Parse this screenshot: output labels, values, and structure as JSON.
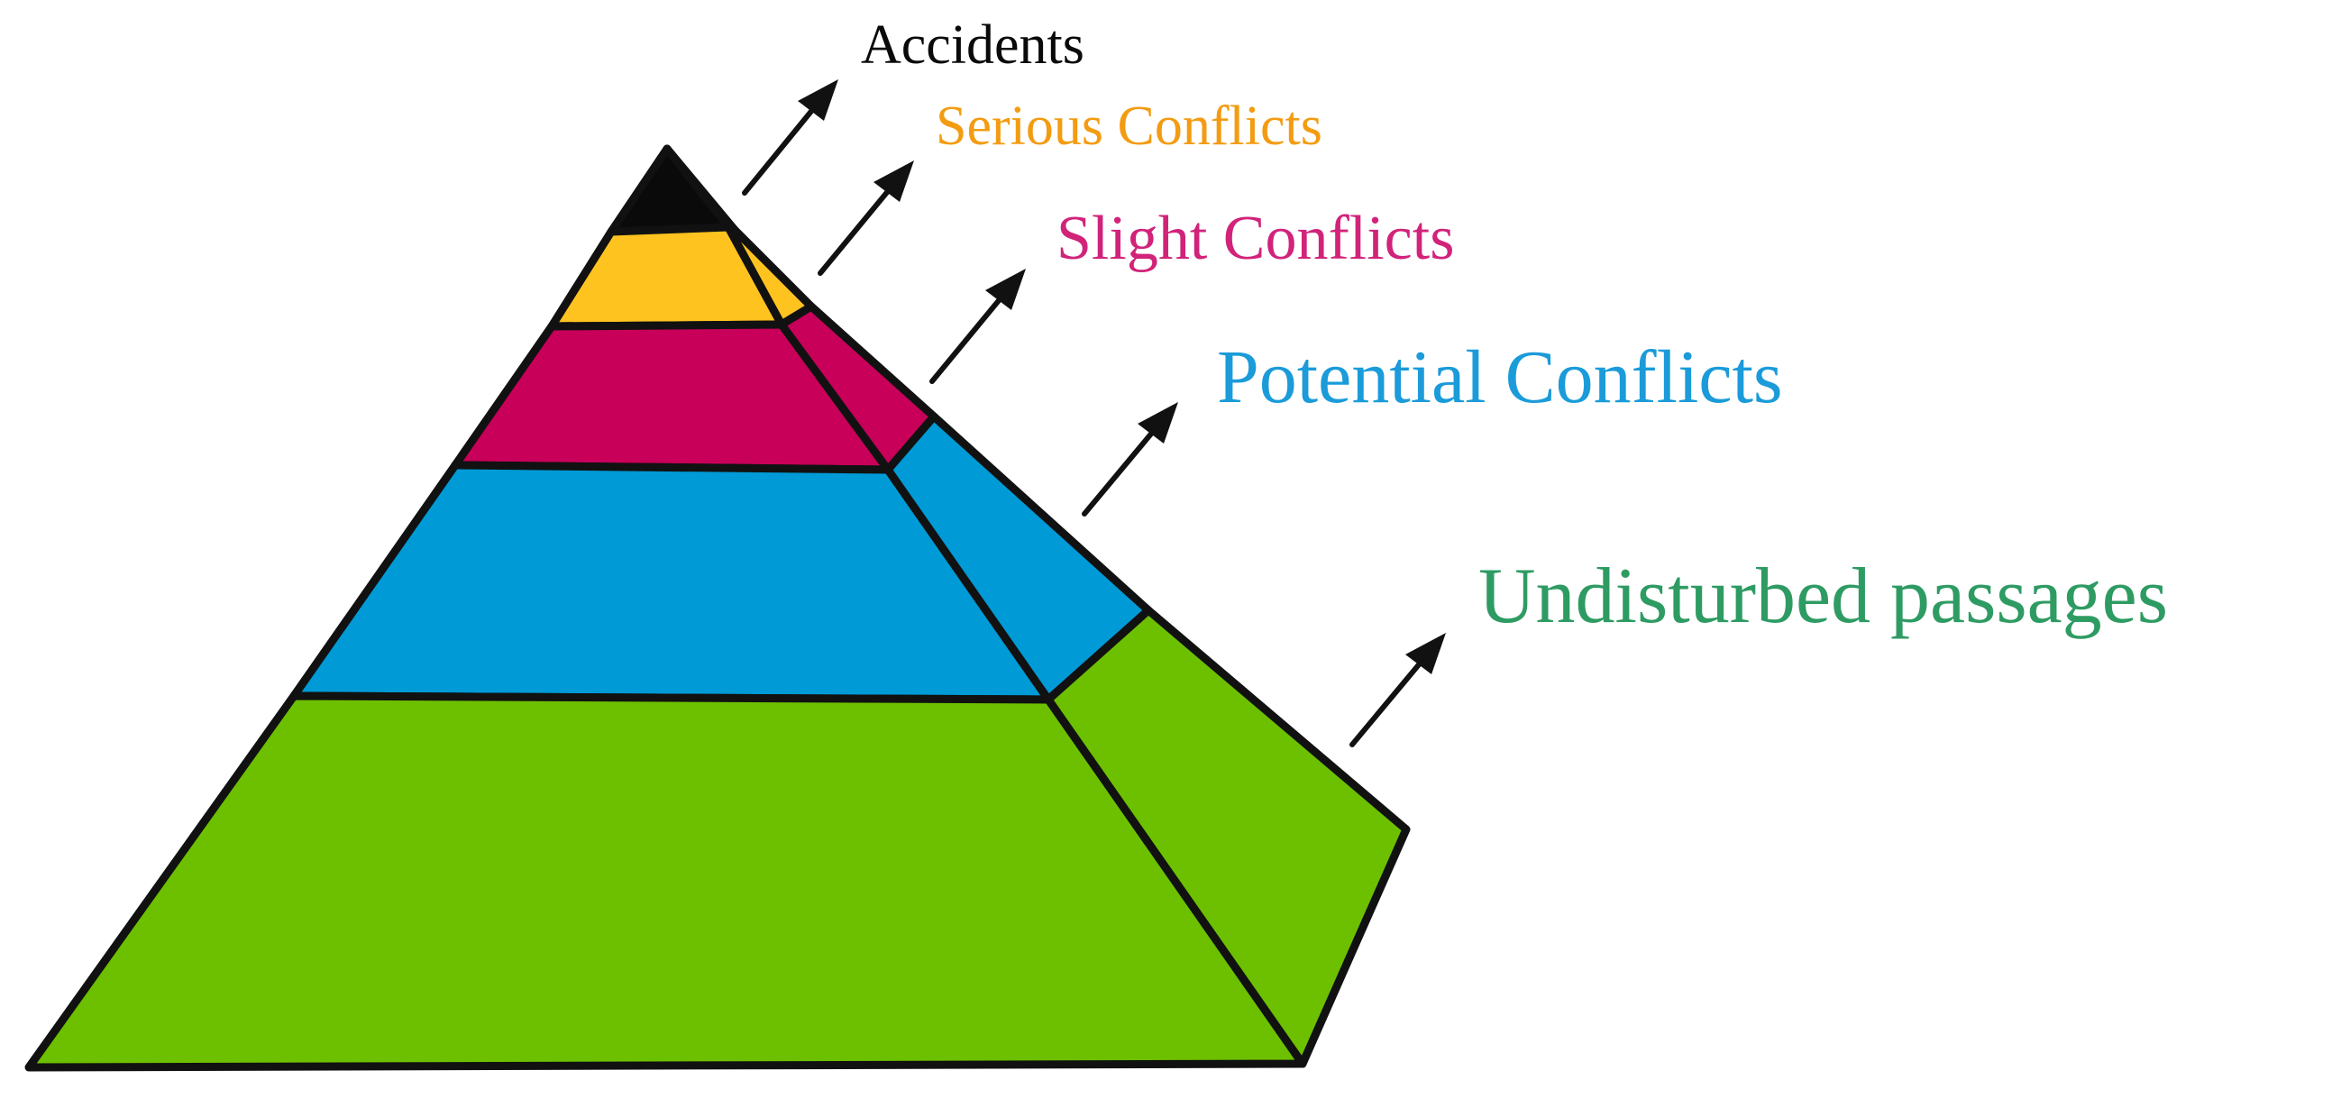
{
  "diagram": {
    "type": "pyramid",
    "tiers": [
      {
        "label": "Accidents",
        "color": "#0a0a0a"
      },
      {
        "label": "Serious Conflicts",
        "color": "#f39c12",
        "fill": "#ffc31f"
      },
      {
        "label": "Slight Conflicts",
        "color": "#d1237a",
        "fill": "#c8005a"
      },
      {
        "label": "Potential Conflicts",
        "color": "#1b9bd9",
        "fill": "#009ad6"
      },
      {
        "label": "Undisturbed passages",
        "color": "#2e9b63",
        "fill": "#6cc000"
      }
    ],
    "outline_color": "#111111"
  }
}
